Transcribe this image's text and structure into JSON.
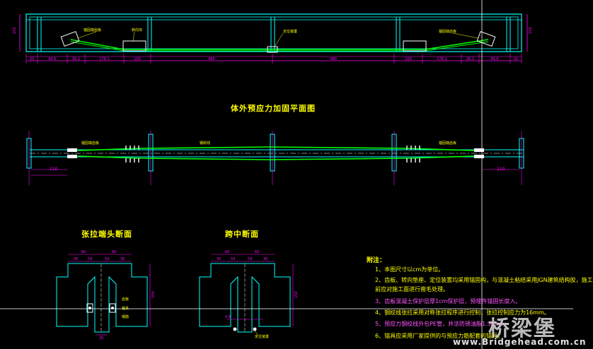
{
  "drawing": {
    "elevation_dims": [
      "20",
      "94.6",
      "36.2",
      "178.1",
      "100",
      "480",
      "480",
      "100",
      "178.1",
      "36.2",
      "94.6",
      "20"
    ],
    "plan_title": "体外预应力加固平面图",
    "section1_title": "张拉端头断面",
    "section2_title": "跨中断面",
    "plan_left_dim": "110",
    "plan_right_dim": "110"
  },
  "notes": {
    "heading": "附注：",
    "items": [
      "1、本图尺寸以cm为单位。",
      "2、齿板、转向垫座、定位装置均采用锚固构，与混凝土粘结采用JGN建筑结构胶，施工",
      "   前应对施工面进行凿毛处理。",
      "3、齿板混凝土保护层厚1cm保护层，预埋件锚固长度入。",
      "4、钢绞线张拉采用对称张拉程序进行控制，张拉控制应力为16mm。",
      "5、预应力钢绞线外包PE管，并涂防锈油脂1.5mm。",
      "6、锚具应采用厂家提供的与预应力筋配套的锚具。"
    ]
  },
  "watermark": {
    "text": "桥梁堡",
    "url": "www.Bridgehead.com.cn"
  },
  "colors": {
    "background": "#000000",
    "beam": "#00ffff",
    "tendon": "#00ff00",
    "dimension": "#ff00ff",
    "label": "#ffff00",
    "crosshair": "#ffffff"
  }
}
